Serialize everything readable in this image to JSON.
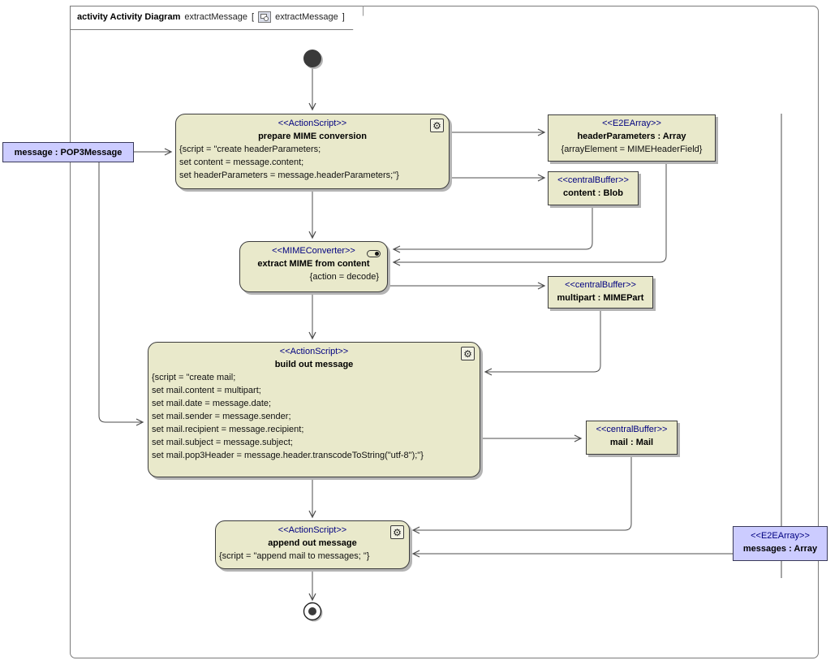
{
  "colors": {
    "stereotype_text": "#000080",
    "action_fill": "#e9e9cb",
    "parameter_fill": "#ccccff",
    "edge_line": "#4d4d4d",
    "frame_border": "#7a7a7a",
    "shadow": "#b4b4b4"
  },
  "icons": {
    "gear": "⚙"
  },
  "frame": {
    "title_bold": "activity Activity Diagram",
    "title_name": "extractMessage",
    "bracket_open": "[",
    "diagram_ref": "extractMessage",
    "bracket_close": "]"
  },
  "nodes": {
    "message_param": {
      "name": "message : POP3Message"
    },
    "prepare": {
      "stereotype": "<<ActionScript>>",
      "name": "prepare MIME conversion",
      "body": [
        "{script = \"create headerParameters;",
        "set content = message.content;",
        "set headerParameters = message.headerParameters;\"}"
      ]
    },
    "header_parameters": {
      "stereotype": "<<E2EArray>>",
      "name": "headerParameters : Array",
      "constraint": "{arrayElement = MIMEHeaderField}"
    },
    "content_buffer": {
      "stereotype": "<<centralBuffer>>",
      "name": "content : Blob"
    },
    "extract": {
      "stereotype": "<<MIMEConverter>>",
      "name": "extract MIME from content",
      "constraint": "{action = decode}"
    },
    "multipart_buffer": {
      "stereotype": "<<centralBuffer>>",
      "name": "multipart : MIMEPart"
    },
    "build": {
      "stereotype": "<<ActionScript>>",
      "name": "build out message",
      "body": [
        "{script = \"create mail;",
        "set mail.content = multipart;",
        "set mail.date = message.date;",
        "set mail.sender = message.sender;",
        "set mail.recipient = message.recipient;",
        "set mail.subject = message.subject;",
        "set mail.pop3Header = message.header.transcodeToString(\"utf-8\");\"}"
      ]
    },
    "mail_buffer": {
      "stereotype": "<<centralBuffer>>",
      "name": "mail : Mail"
    },
    "append": {
      "stereotype": "<<ActionScript>>",
      "name": "append out message",
      "body": [
        "{script = \"append mail to messages; \"}"
      ]
    },
    "messages_param": {
      "stereotype": "<<E2EArray>>",
      "name": "messages : Array"
    }
  }
}
